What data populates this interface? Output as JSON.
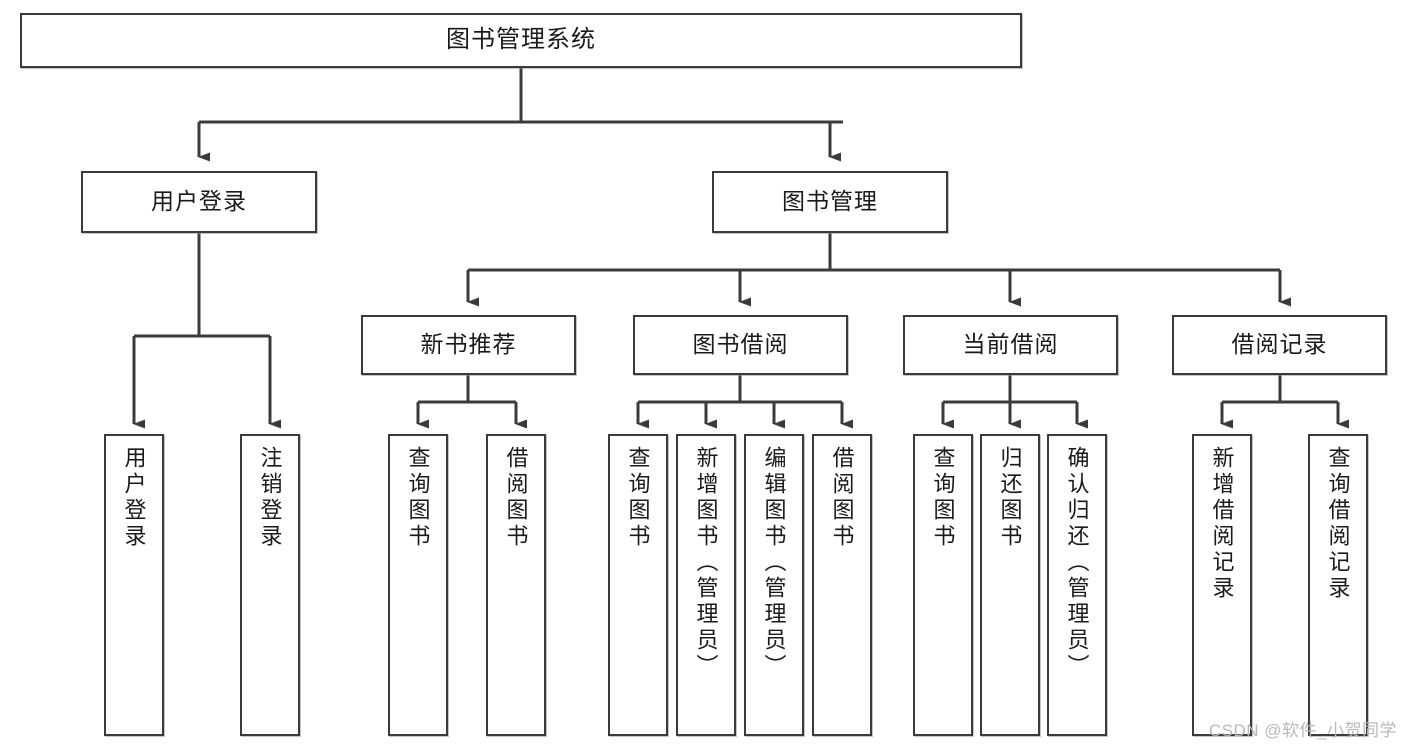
{
  "diagram": {
    "type": "tree",
    "title": "图书管理系统",
    "root": {
      "id": "root",
      "label": "图书管理系统"
    },
    "level2": [
      {
        "id": "user-login",
        "label": "用户登录"
      },
      {
        "id": "book-manage",
        "label": "图书管理"
      }
    ],
    "level3": [
      {
        "id": "new-book-rec",
        "label": "新书推荐",
        "parent": "book-manage"
      },
      {
        "id": "book-borrow",
        "label": "图书借阅",
        "parent": "book-manage"
      },
      {
        "id": "current-borrow",
        "label": "当前借阅",
        "parent": "book-manage"
      },
      {
        "id": "borrow-record",
        "label": "借阅记录",
        "parent": "book-manage"
      }
    ],
    "leaves": [
      {
        "id": "leaf-user-login",
        "label": "用户登录",
        "parent": "user-login"
      },
      {
        "id": "leaf-logout",
        "label": "注销登录",
        "parent": "user-login"
      },
      {
        "id": "leaf-rec-query",
        "label": "查询图书",
        "parent": "new-book-rec"
      },
      {
        "id": "leaf-rec-borrow",
        "label": "借阅图书",
        "parent": "new-book-rec"
      },
      {
        "id": "leaf-borrow-query",
        "label": "查询图书",
        "parent": "book-borrow"
      },
      {
        "id": "leaf-borrow-add",
        "label": "新增图书（管理员）",
        "parent": "book-borrow"
      },
      {
        "id": "leaf-borrow-edit",
        "label": "编辑图书（管理员）",
        "parent": "book-borrow"
      },
      {
        "id": "leaf-borrow-do",
        "label": "借阅图书",
        "parent": "book-borrow"
      },
      {
        "id": "leaf-cur-query",
        "label": "查询图书",
        "parent": "current-borrow"
      },
      {
        "id": "leaf-cur-return",
        "label": "归还图书",
        "parent": "current-borrow"
      },
      {
        "id": "leaf-cur-confirm",
        "label": "确认归还（管理员）",
        "parent": "current-borrow"
      },
      {
        "id": "leaf-rec-add",
        "label": "新增借阅记录",
        "parent": "borrow-record"
      },
      {
        "id": "leaf-rec-query2",
        "label": "查询借阅记录",
        "parent": "borrow-record"
      }
    ],
    "colors": {
      "stroke": "#3b3b3b",
      "fill": "#ffffff",
      "text": "#1a1a1a",
      "watermark": "#b9b9b9"
    }
  },
  "watermark": {
    "text": "CSDN @软件_小贺同学"
  }
}
